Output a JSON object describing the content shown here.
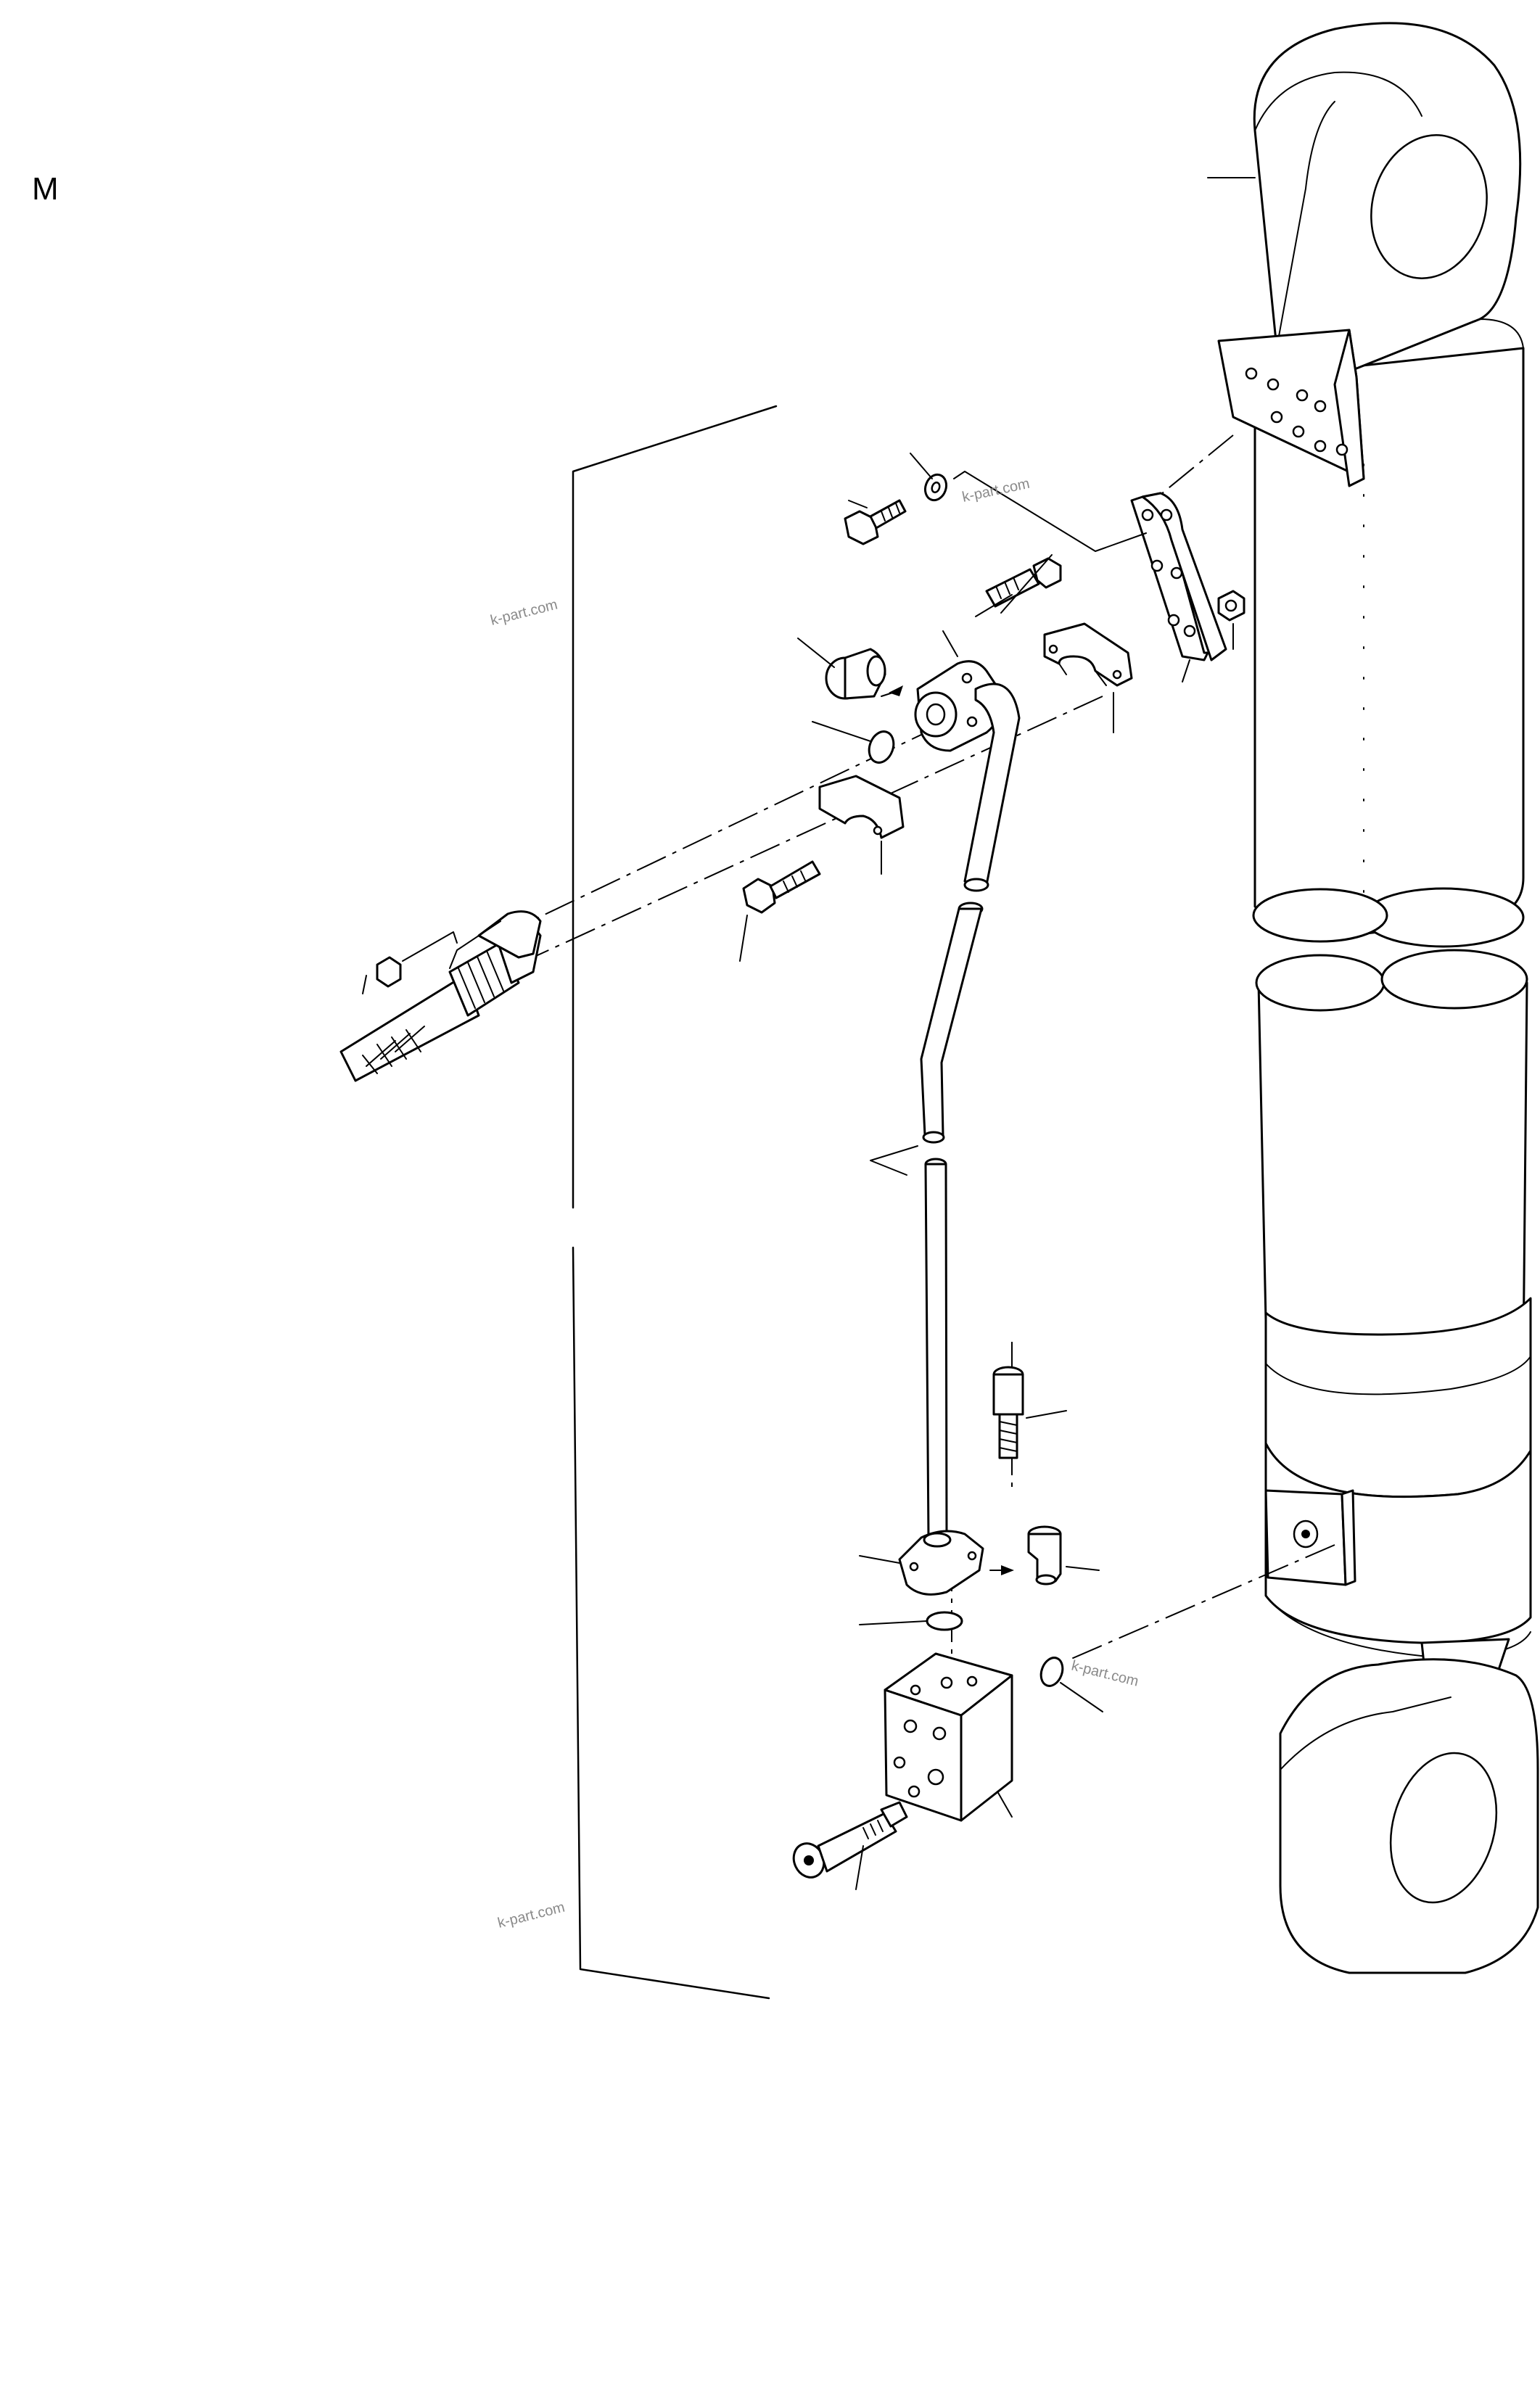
{
  "figure": {
    "corner_label": "M",
    "watermarks": [
      "k-part.com",
      "k-part.com",
      "k-part.com",
      "k-part.com"
    ]
  },
  "parts": [
    "hydraulic-cylinder",
    "pipe-mounting-bracket",
    "bracket-bolt",
    "bracket-washer",
    "bracket-nut",
    "pipe-flange-upper",
    "flange-bolt-upper",
    "plug-upper",
    "o-ring-upper",
    "pipe-clamp-upper-half",
    "pipe-clamp-lower-half",
    "clamp-bolt",
    "hydraulic-pipe",
    "hose-assembly",
    "hose-nut",
    "socket-screw-lower",
    "pipe-flange-lower",
    "plug-lower",
    "o-ring-lower",
    "o-ring-valve",
    "valve-block",
    "valve-block-screw"
  ]
}
